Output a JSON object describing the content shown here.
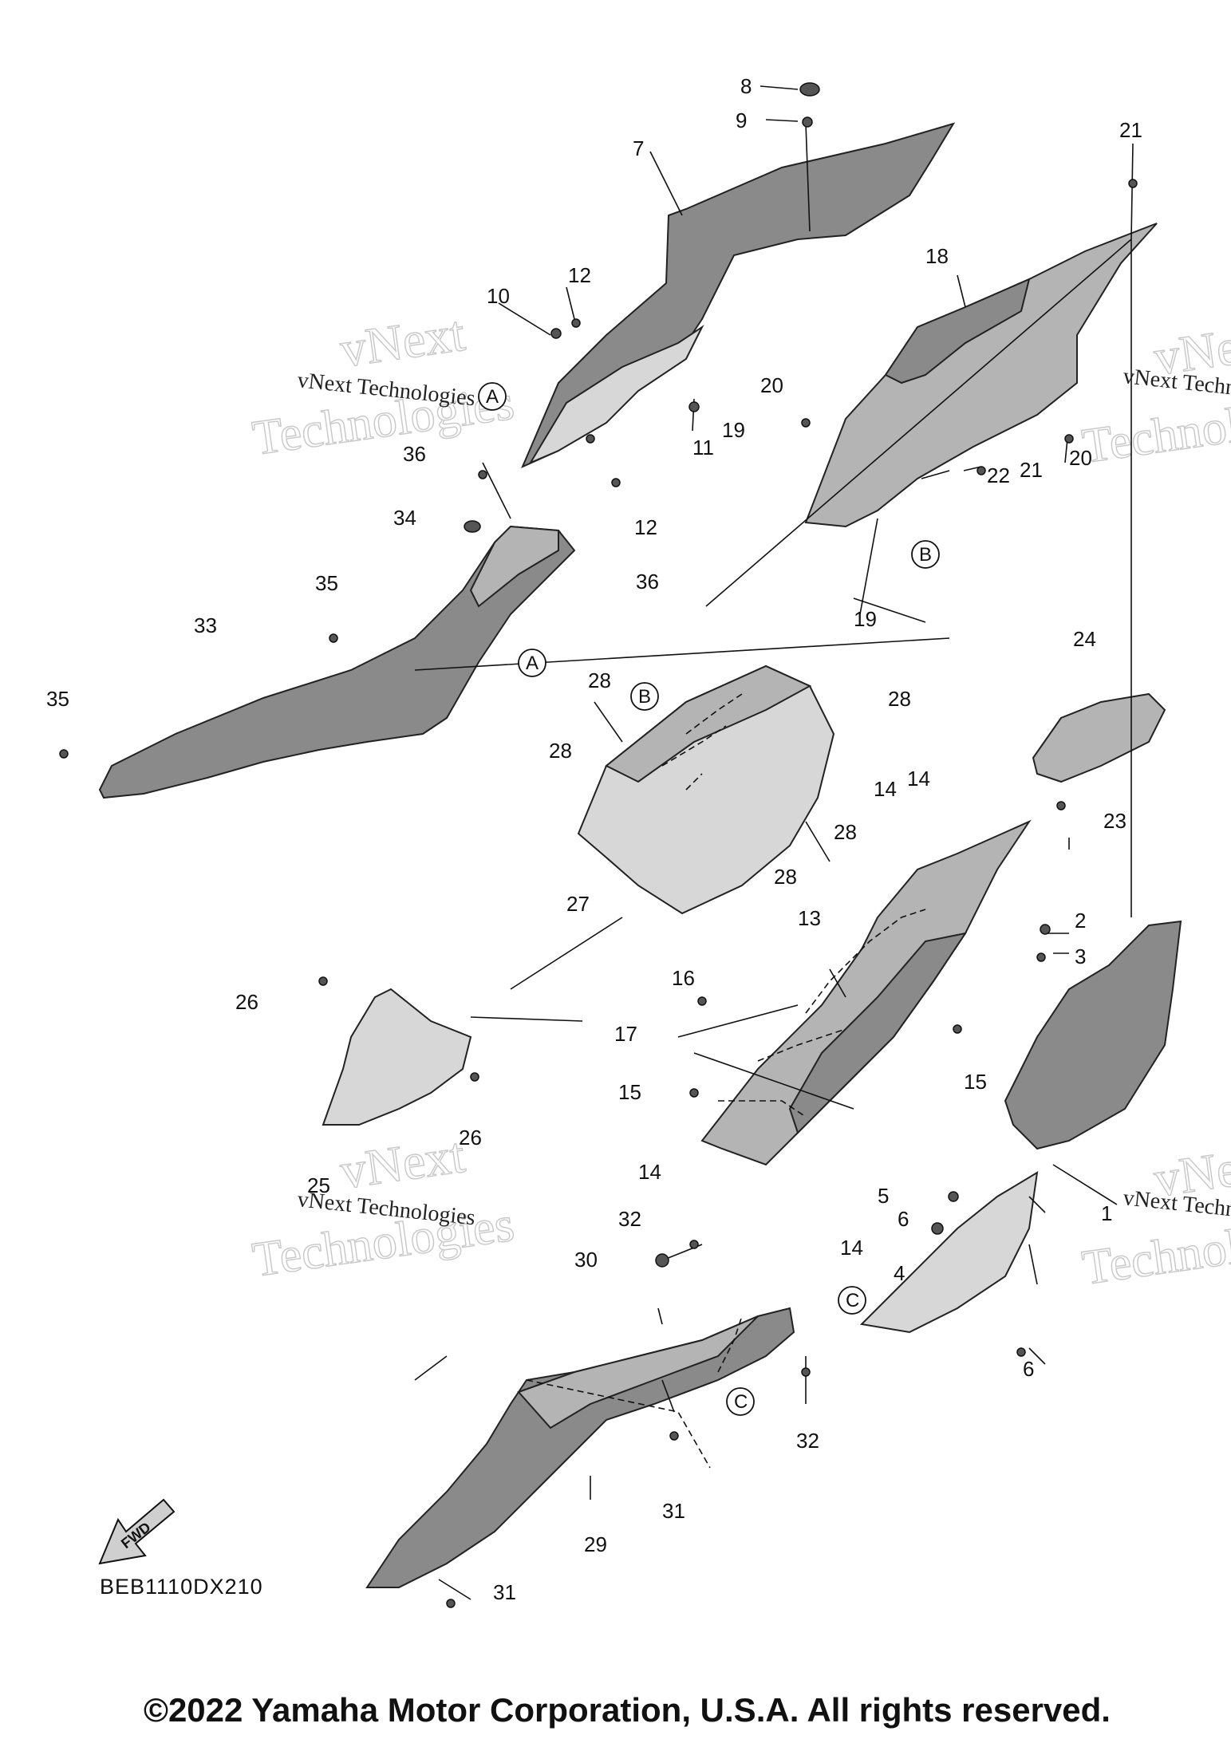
{
  "labels": [
    "1",
    "2",
    "3",
    "4",
    "5",
    "6",
    "6",
    "6",
    "7",
    "8",
    "9",
    "10",
    "11",
    "12",
    "12",
    "13",
    "14",
    "14",
    "14",
    "14",
    "15",
    "15",
    "16",
    "17",
    "18",
    "19",
    "19",
    "20",
    "20",
    "21",
    "21",
    "22",
    "23",
    "24",
    "25",
    "26",
    "26",
    "27",
    "28",
    "28",
    "28",
    "28",
    "28",
    "29",
    "30",
    "31",
    "31",
    "32",
    "32",
    "33",
    "34",
    "35",
    "35",
    "36",
    "36"
  ],
  "references": [
    "A",
    "A",
    "B",
    "B",
    "C",
    "C"
  ],
  "fwd_label": "FWD",
  "diagram_code": "BEB1110DX210",
  "copyright": "©2022 Yamaha Motor Corporation, U.S.A. All rights reserved.",
  "watermark": {
    "brand": "vNext",
    "line2": "Technologies",
    "caption": "vNext Technologies"
  }
}
